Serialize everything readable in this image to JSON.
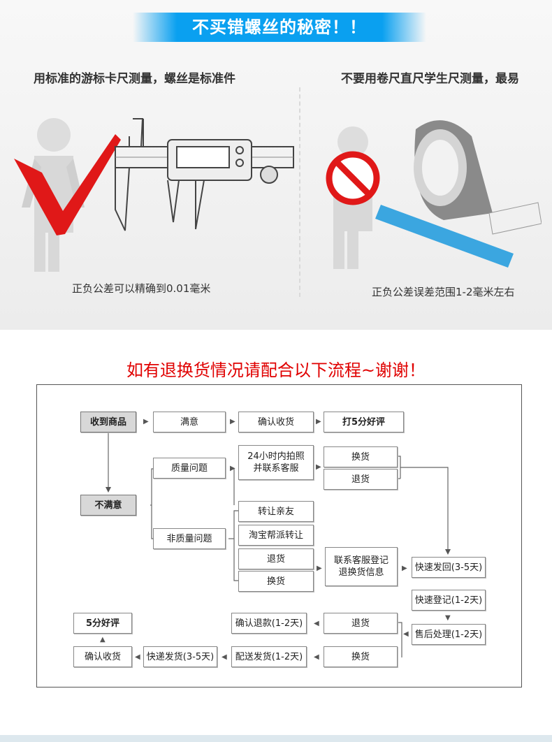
{
  "banner": {
    "title": "不买错螺丝的秘密！！"
  },
  "left_panel": {
    "title": "用标准的游标卡尺测量，螺丝是标准件",
    "caption": "正负公差可以精确到0.01毫米"
  },
  "right_panel": {
    "title": "不要用卷尺直尺学生尺测量，最易",
    "caption": "正负公差误差范围1-2毫米左右"
  },
  "tagline": "如有退换货情况请配合以下流程~谢谢！",
  "flow": {
    "receive": "收到商品",
    "satisfied": "满意",
    "confirm_receipt": "确认收货",
    "review_5": "打5分好评",
    "unsatisfied": "不满意",
    "quality_issue": "质量问题",
    "photo_24h": "24小时内拍照\n并联系客服",
    "exchange": "换货",
    "return": "退货",
    "non_quality": "非质量问题",
    "transfer_friends": "转让亲友",
    "taobao_transfer": "淘宝帮派转让",
    "contact_register": "联系客服登记\n退换货信息",
    "send_back": "快速发回(3-5天)",
    "register": "快速登记(1-2天)",
    "after_sales": "售后处理(1-2天)",
    "confirm_refund": "确认退款(1-2天)",
    "ship_out": "配送发货(1-2天)",
    "express_ship": "快递发货(3-5天)",
    "review_5b": "5分好评",
    "confirm_receipt_b": "确认收货"
  }
}
